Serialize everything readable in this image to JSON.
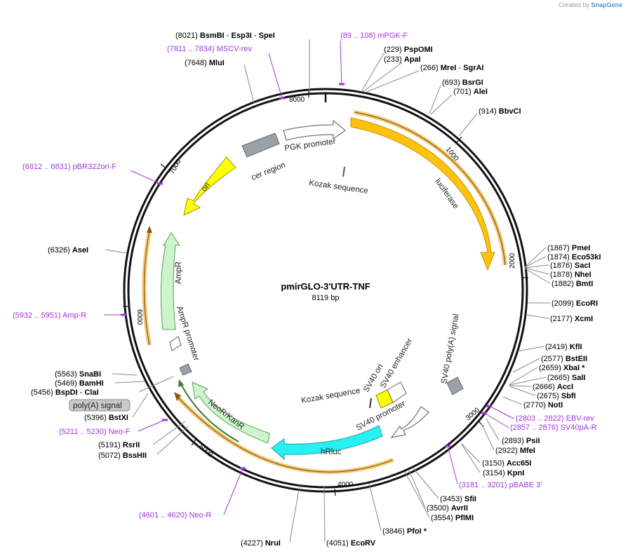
{
  "watermark": {
    "created_by": "Created by",
    "brand": "SnapGene"
  },
  "plasmid": {
    "name": "pmirGLO-3'UTR-TNF",
    "length_label": "8119 bp"
  },
  "ticks": [
    "1000",
    "2000",
    "3000",
    "4000",
    "5000",
    "6000",
    "7000",
    "8000"
  ],
  "sites": [
    {
      "pos": "(8021)",
      "names": [
        "BsmBI",
        "Esp3I",
        "SpeI"
      ]
    },
    {
      "pos": "(229)",
      "names": [
        "PspOMI"
      ]
    },
    {
      "pos": "(233)",
      "names": [
        "ApaI"
      ]
    },
    {
      "pos": "(266)",
      "names": [
        "MreI",
        "SgrAI"
      ]
    },
    {
      "pos": "(693)",
      "names": [
        "BsrGI"
      ]
    },
    {
      "pos": "(701)",
      "names": [
        "AleI"
      ]
    },
    {
      "pos": "(914)",
      "names": [
        "BbvCI"
      ]
    },
    {
      "pos": "(1867)",
      "names": [
        "PmeI"
      ]
    },
    {
      "pos": "(1874)",
      "names": [
        "Eco53kI"
      ]
    },
    {
      "pos": "(1876)",
      "names": [
        "SacI"
      ]
    },
    {
      "pos": "(1878)",
      "names": [
        "NheI"
      ]
    },
    {
      "pos": "(1882)",
      "names": [
        "BmtI"
      ]
    },
    {
      "pos": "(2099)",
      "names": [
        "EcoRI"
      ]
    },
    {
      "pos": "(2177)",
      "names": [
        "XcmI"
      ]
    },
    {
      "pos": "(2419)",
      "names": [
        "KflI"
      ]
    },
    {
      "pos": "(2577)",
      "names": [
        "BstEII"
      ]
    },
    {
      "pos": "(2659)",
      "names": [
        "XbaI *"
      ]
    },
    {
      "pos": "(2665)",
      "names": [
        "SalI"
      ]
    },
    {
      "pos": "(2666)",
      "names": [
        "AccI"
      ]
    },
    {
      "pos": "(2675)",
      "names": [
        "SbfI"
      ]
    },
    {
      "pos": "(2770)",
      "names": [
        "NotI"
      ]
    },
    {
      "pos": "(2893)",
      "names": [
        "PsiI"
      ]
    },
    {
      "pos": "(2922)",
      "names": [
        "MfeI"
      ]
    },
    {
      "pos": "(3150)",
      "names": [
        "Acc65I"
      ]
    },
    {
      "pos": "(3154)",
      "names": [
        "KpnI"
      ]
    },
    {
      "pos": "(3453)",
      "names": [
        "SfiI"
      ]
    },
    {
      "pos": "(3500)",
      "names": [
        "AvrII"
      ]
    },
    {
      "pos": "(3554)",
      "names": [
        "PflMI"
      ]
    },
    {
      "pos": "(3846)",
      "names": [
        "PfoI *"
      ]
    },
    {
      "pos": "(4051)",
      "names": [
        "EcoRV"
      ]
    },
    {
      "pos": "(4227)",
      "names": [
        "NruI"
      ]
    },
    {
      "pos": "(5072)",
      "names": [
        "BssHII"
      ]
    },
    {
      "pos": "(5191)",
      "names": [
        "RsrII"
      ]
    },
    {
      "pos": "(5396)",
      "names": [
        "BstXI"
      ]
    },
    {
      "pos": "(5456)",
      "names": [
        "BspDI",
        "ClaI"
      ]
    },
    {
      "pos": "(5469)",
      "names": [
        "BamHI"
      ]
    },
    {
      "pos": "(5563)",
      "names": [
        "SnaBI"
      ]
    },
    {
      "pos": "(6326)",
      "names": [
        "AseI"
      ]
    },
    {
      "pos": "(7648)",
      "names": [
        "MluI"
      ]
    }
  ],
  "primers": [
    {
      "name": "mPGK-F",
      "range": "(89 .. 108)"
    },
    {
      "name": "MSCV-rev",
      "range": "(7811 .. 7834)"
    },
    {
      "name": "pBR322ori-F",
      "range": "(6812 .. 6831)"
    },
    {
      "name": "Amp-R",
      "range": "(5932 .. 5951)"
    },
    {
      "name": "Neo-F",
      "range": "(5211 .. 5230)"
    },
    {
      "name": "Neo-R",
      "range": "(4601 .. 4620)"
    },
    {
      "name": "pBABE 3'",
      "range": "(3181 .. 3201)"
    },
    {
      "name": "EBV-rev",
      "range": "(2803 .. 2822)"
    },
    {
      "name": "SV40pA-R",
      "range": "(2857 .. 2876)"
    }
  ],
  "features": {
    "luciferase": "luciferase",
    "pgk_promoter": "PGK promoter",
    "cer_region": "cer region",
    "kozak_1": "Kozak sequence",
    "ori": "ori",
    "ampr": "AmpR",
    "ampr_promoter": "AmpR promoter",
    "sv40_polya": "SV40 poly(A) signal",
    "sv40_ori": "SV40 ori",
    "sv40_enhancer": "SV40 enhancer",
    "kozak_2": "Kozak sequence",
    "sv40_promoter": "SV40 promoter",
    "hrluc": "hRluc",
    "neo_kanr": "NeoR/KanR",
    "polya_signal": "poly(A) signal"
  },
  "colors": {
    "luciferase": "#ffc20e",
    "ori": "#ffff00",
    "ampr": "#ccf5cc",
    "hrluc": "#29f0f0",
    "neo": "#ccf5cc",
    "primer": "#a235d6",
    "grey_feature": "#9aa1a8"
  }
}
